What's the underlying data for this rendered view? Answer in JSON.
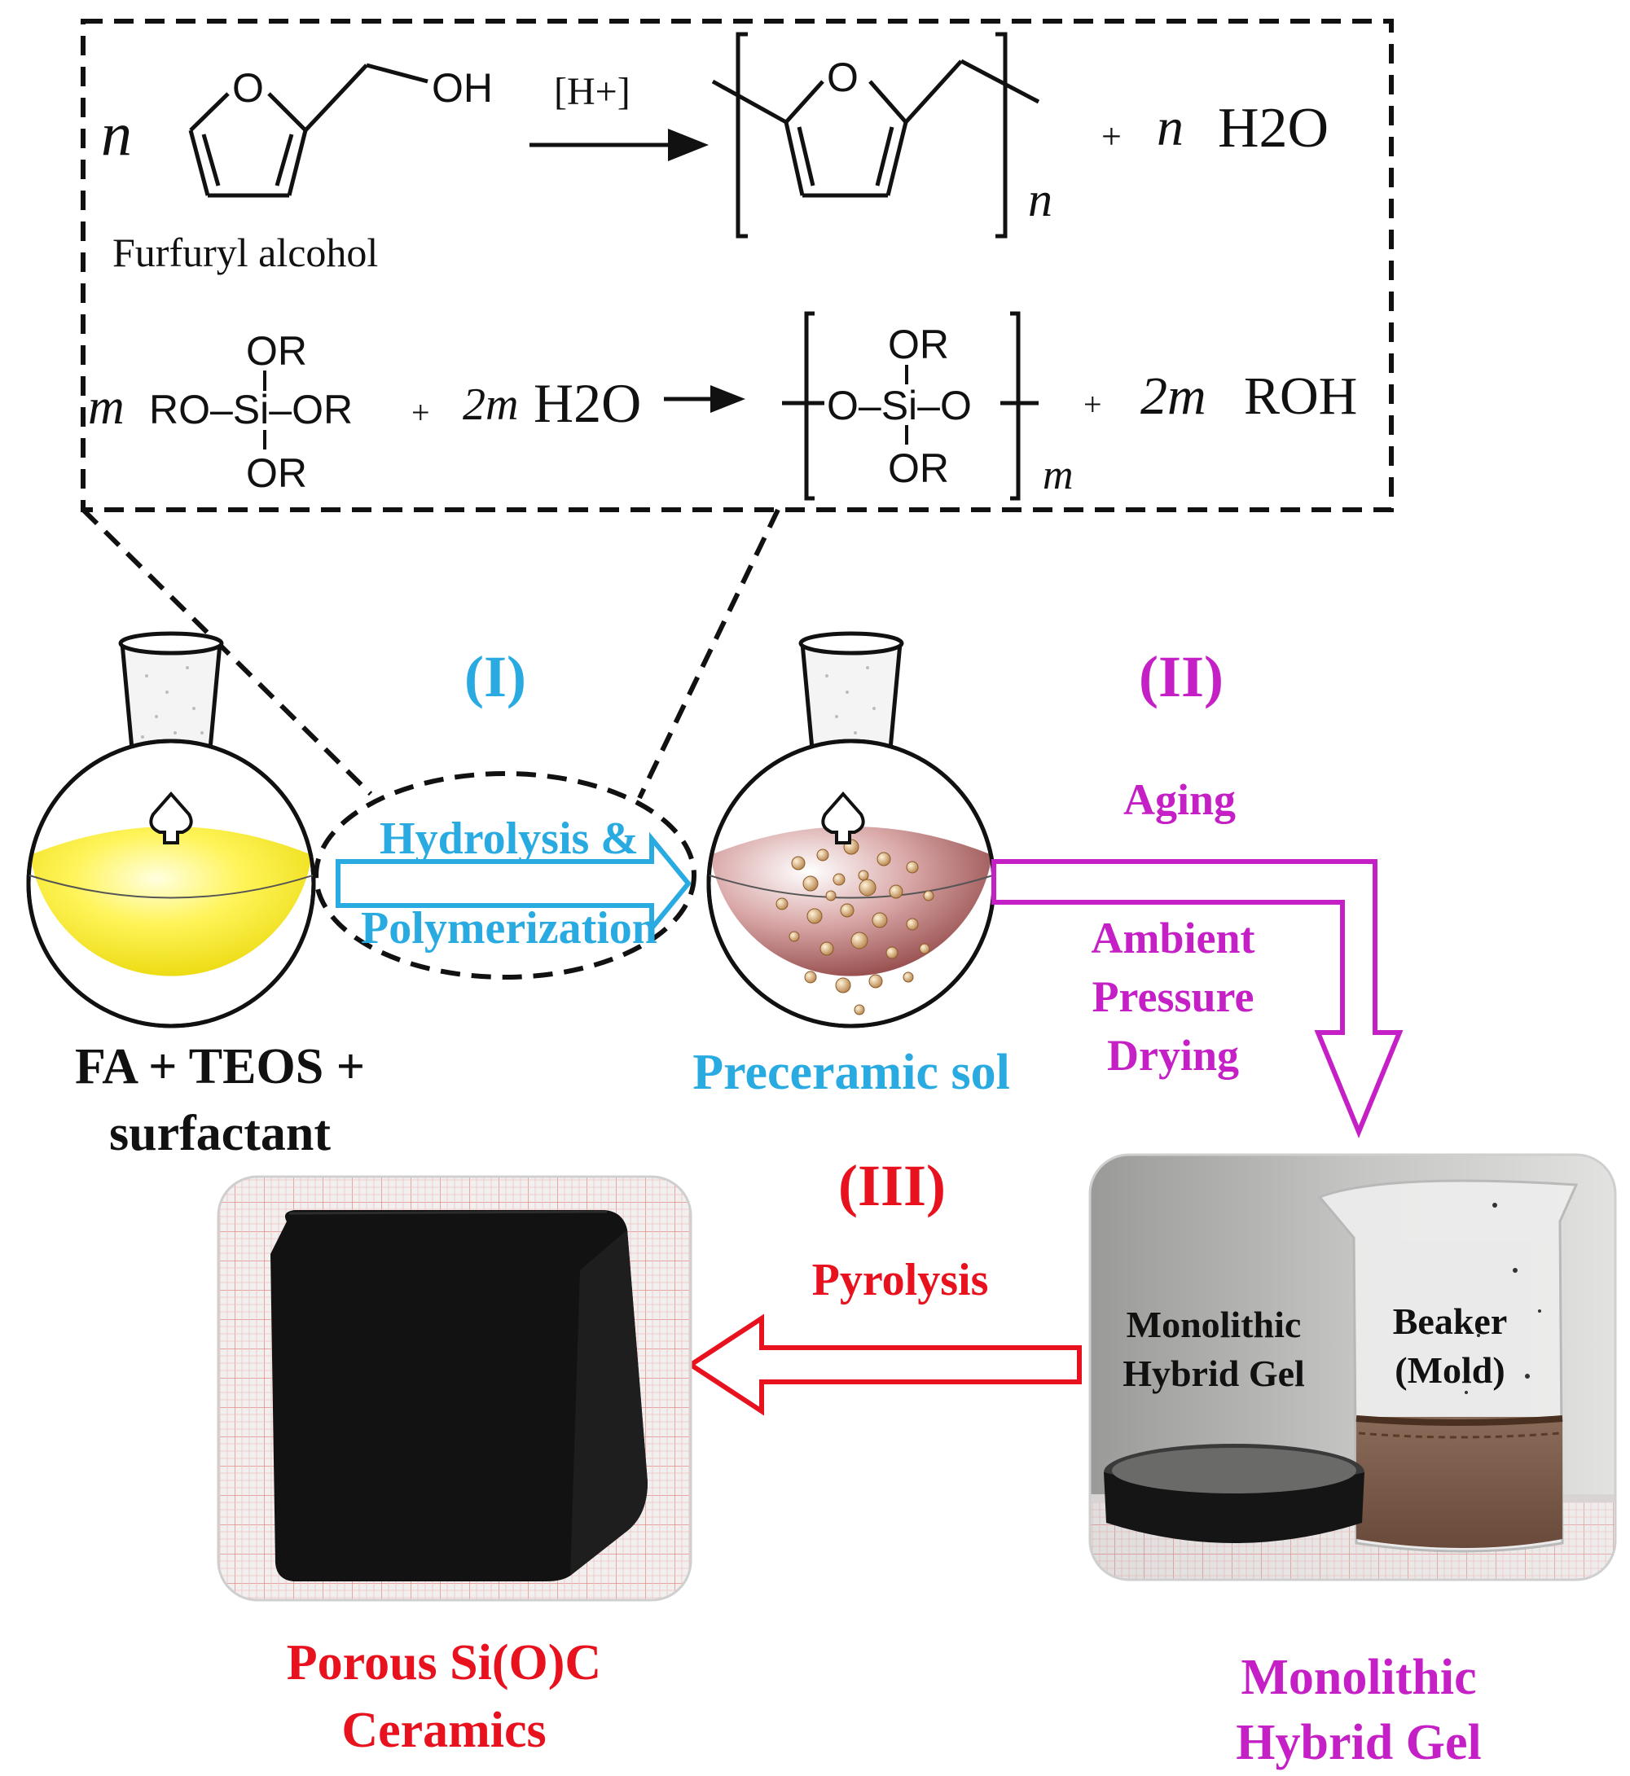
{
  "reaction1": {
    "coef_left": "n",
    "oh": "OH",
    "o_atom": "O",
    "catalyst": "[H+]",
    "monomer_name": "Furfuryl alcohol",
    "subscript_n": "n",
    "plus": "+",
    "coef_water": "n",
    "water": "H2O"
  },
  "reaction2": {
    "coef_m": "m",
    "or": "OR",
    "ro_si_or": "RO–Si–OR",
    "plus": "+",
    "coef_water": "2m",
    "water": "H2O",
    "chain": "O–Si–O",
    "subscript_m": "m",
    "coef_roh": "2m",
    "roh": "ROH"
  },
  "steps": {
    "step1_label": "(I)",
    "step1_line1": "Hydrolysis &",
    "step1_line2": "Polymerization",
    "step2_label": "(II)",
    "step2_line1": "Aging",
    "step2_line2": "Ambient",
    "step2_line3": "Pressure",
    "step2_line4": "Drying",
    "step3_label": "(III)",
    "step3_line1": "Pyrolysis"
  },
  "captions": {
    "flask1_line1": "FA + TEOS +",
    "flask1_line2": "surfactant",
    "flask2": "Preceramic sol",
    "photo_gel_label1": "Monolithic",
    "photo_gel_label2": "Hybrid Gel",
    "photo_beaker_label1": "Beaker",
    "photo_beaker_label2": "(Mold)",
    "ceramic_line1": "Porous Si(O)C",
    "ceramic_line2": "Ceramics",
    "gel_line1": "Monolithic",
    "gel_line2": "Hybrid Gel"
  },
  "colors": {
    "step1": "#29abe2",
    "step2": "#c51fc6",
    "step3": "#e8121f",
    "flask1_liquid": "#fff200",
    "flask2_liquid": "#b76b6b",
    "text": "#111111"
  }
}
